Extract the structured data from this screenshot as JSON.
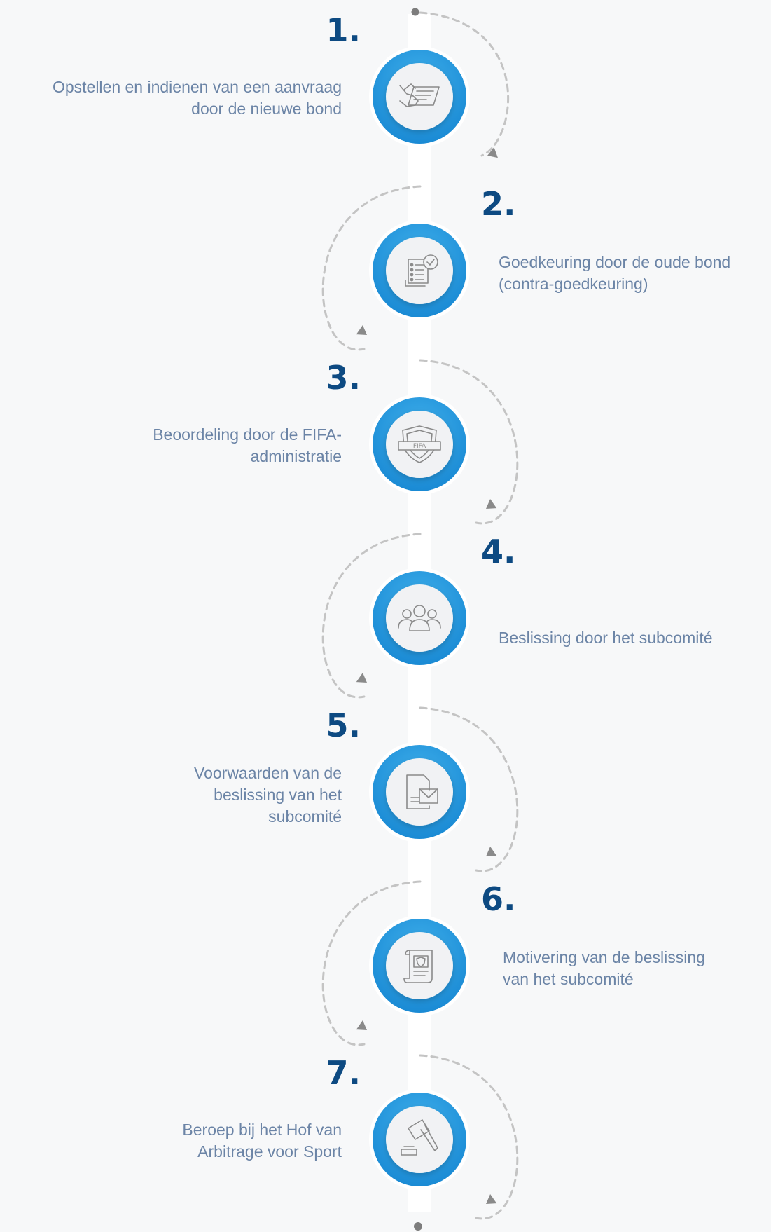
{
  "colors": {
    "background": "#f7f8f9",
    "ring": "#1a90d9",
    "ring_light": "#3fb0ec",
    "number": "#0d4a82",
    "text": "#6b84a6",
    "connector": "#c4c4c4",
    "arrow": "#8a8a8a",
    "icon": "#8a8a8a"
  },
  "steps": [
    {
      "number": "1.",
      "lines": [
        "Opstellen en indienen van een aanvraag",
        "door de nieuwe bond"
      ],
      "icon": "hand-signing-document-icon"
    },
    {
      "number": "2.",
      "lines": [
        "Goedkeuring door de oude bond",
        "(contra-goedkeuring)"
      ],
      "icon": "checklist-approved-icon"
    },
    {
      "number": "3.",
      "lines": [
        "Beoordeling door de FIFA-",
        "administratie"
      ],
      "icon": "fifa-shield-icon",
      "icon_text": "FIFA"
    },
    {
      "number": "4.",
      "lines": [
        "Beslissing door het subcomité"
      ],
      "icon": "group-people-icon"
    },
    {
      "number": "5.",
      "lines": [
        "Voorwaarden van de",
        "beslissing van het",
        "subcomité"
      ],
      "icon": "document-envelope-icon"
    },
    {
      "number": "6.",
      "lines": [
        "Motivering van de beslissing",
        "van het subcomité"
      ],
      "icon": "scroll-shield-icon"
    },
    {
      "number": "7.",
      "lines": [
        "Beroep bij het Hof van",
        "Arbitrage voor Sport"
      ],
      "icon": "gavel-icon"
    }
  ]
}
